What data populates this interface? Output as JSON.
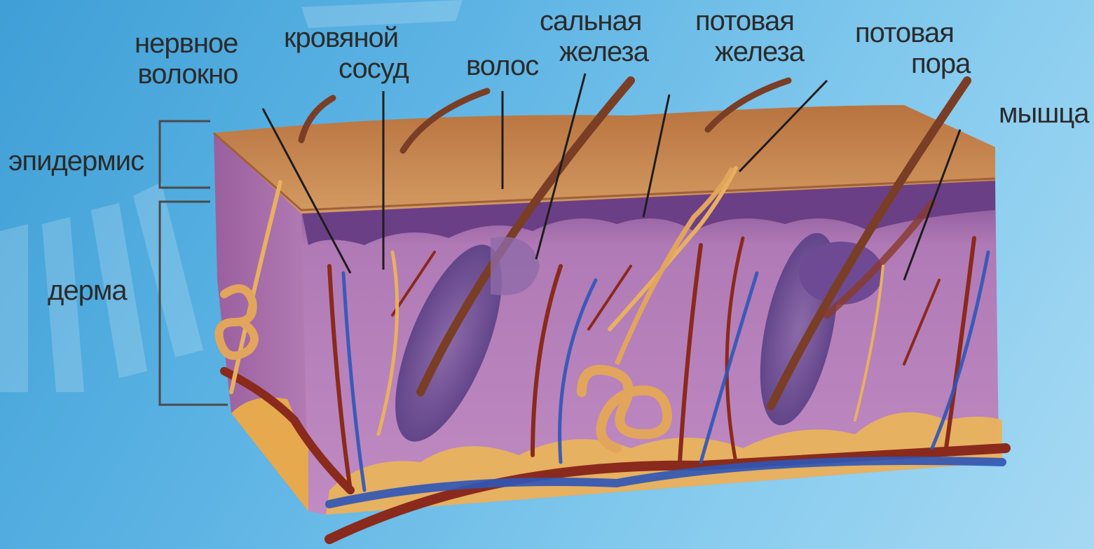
{
  "labels": {
    "nerve_fiber": [
      "нервное",
      "волокно"
    ],
    "blood_vessel": [
      "кровяной",
      "сосуд"
    ],
    "hair": "волос",
    "sebaceous_gland": [
      "сальная",
      "железа"
    ],
    "sweat_gland": [
      "потовая",
      "железа"
    ],
    "sweat_pore": [
      "потовая",
      "пора"
    ],
    "muscle": "мышца",
    "epidermis": "эпидермис",
    "dermis": "дерма"
  },
  "colors": {
    "background": "#5db4e4",
    "epidermis_top": "#c98a55",
    "dermis": "#b57bb8",
    "fat": "#e9b35a",
    "vessel_red": "#8a2a1c",
    "vessel_blue": "#2e56b8",
    "nerve": "#e8b060",
    "leader": "#1d1d1d"
  }
}
